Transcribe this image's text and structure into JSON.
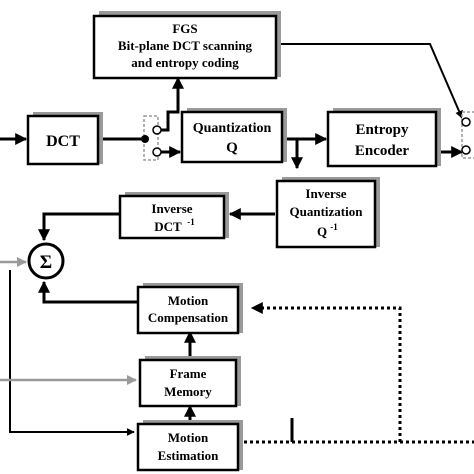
{
  "blocks": {
    "fgs": {
      "line1": "FGS",
      "line2": "Bit-plane DCT scanning",
      "line3": "and entropy coding"
    },
    "dct": {
      "label": "DCT"
    },
    "quantization": {
      "line1": "Quantization",
      "line2": "Q"
    },
    "entropy": {
      "line1": "Entropy",
      "line2": "Encoder"
    },
    "inv_quant": {
      "line1": "Inverse",
      "line2": "Quantization",
      "line3": "Q",
      "sup": "-1"
    },
    "inv_dct": {
      "line1": "Inverse",
      "line2": "DCT",
      "sup": "-1"
    },
    "sum": {
      "symbol": "Σ"
    },
    "motion_comp": {
      "line1": "Motion",
      "line2": "Compensation"
    },
    "frame_memory": {
      "line1": "Frame",
      "line2": "Memory"
    },
    "motion_est": {
      "line1": "Motion",
      "line2": "Estimation"
    }
  },
  "colors": {
    "line": "#000000",
    "shadow": "#9a9a9a",
    "background": "#ffffff"
  }
}
